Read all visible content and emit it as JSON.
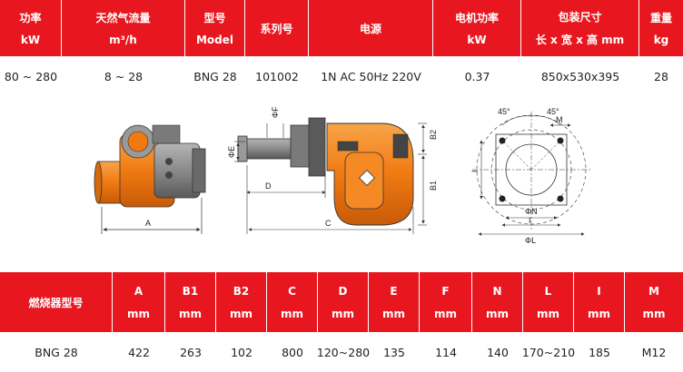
{
  "spec_header": [
    {
      "label": "功率",
      "sub": "kW"
    },
    {
      "label": "天然气流量",
      "sub": "m³/h"
    },
    {
      "label": "型号",
      "sub": "Model"
    },
    {
      "label": "系列号",
      "sub": ""
    },
    {
      "label": "电源",
      "sub": ""
    },
    {
      "label": "电机功率",
      "sub": "kW"
    },
    {
      "label": "包装尺寸",
      "sub": "长 x 宽 x 高 mm"
    },
    {
      "label": "重量",
      "sub": "kg"
    }
  ],
  "spec_row": [
    "80 ~ 280",
    "8 ~ 28",
    "BNG 28",
    "101002",
    "1N AC 50Hz 220V",
    "0.37",
    "850x530x395",
    "28"
  ],
  "drawing_labels": {
    "a": "A",
    "c": "C",
    "d": "D",
    "e": "ΦE",
    "f": "ΦF",
    "b1": "B1",
    "b2": "B2",
    "m": "M",
    "n": "ΦN",
    "l": "ΦL",
    "i_bottom": "I",
    "i_side": "I",
    "angle1": "45°",
    "angle2": "45°"
  },
  "dims_header": [
    {
      "label": "燃烧器型号",
      "sub": ""
    },
    {
      "label": "A",
      "sub": "mm"
    },
    {
      "label": "B1",
      "sub": "mm"
    },
    {
      "label": "B2",
      "sub": "mm"
    },
    {
      "label": "C",
      "sub": "mm"
    },
    {
      "label": "D",
      "sub": "mm"
    },
    {
      "label": "E",
      "sub": "mm"
    },
    {
      "label": "F",
      "sub": "mm"
    },
    {
      "label": "N",
      "sub": "mm"
    },
    {
      "label": "L",
      "sub": "mm"
    },
    {
      "label": "I",
      "sub": "mm"
    },
    {
      "label": "M",
      "sub": "mm"
    }
  ],
  "dims_row": [
    "BNG 28",
    "422",
    "263",
    "102",
    "800",
    "120~280",
    "135",
    "114",
    "140",
    "170~210",
    "185",
    "M12"
  ],
  "colors": {
    "header_red": "#e8171f",
    "burner_orange": "#f07a12",
    "motor_gray": "#8a8a8a"
  }
}
